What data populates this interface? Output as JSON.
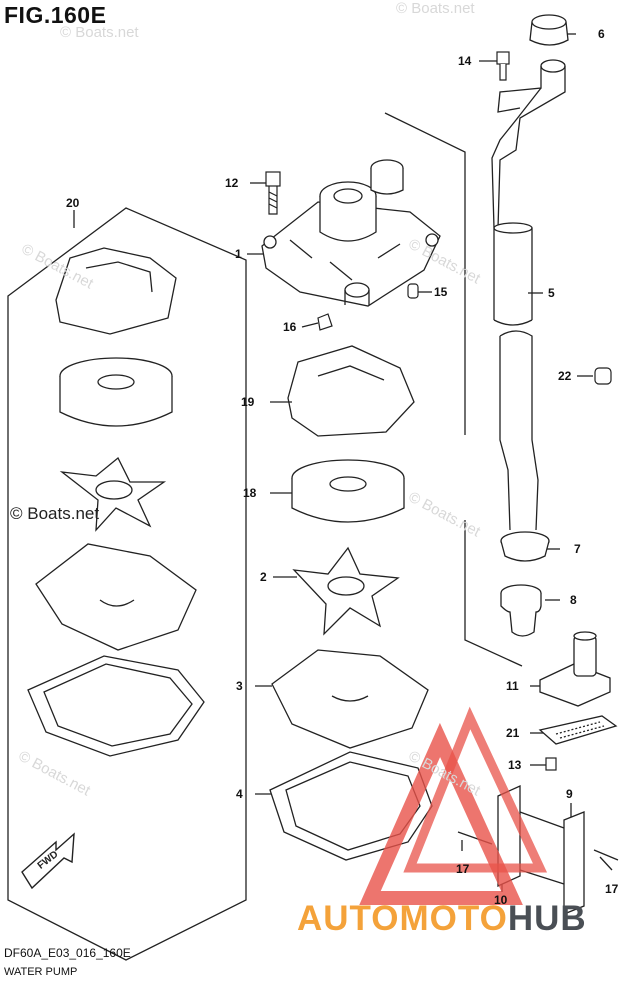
{
  "figure": {
    "title": "FIG.160E",
    "model_code": "DF60A_E03_016_160E",
    "section_name": "WATER PUMP"
  },
  "callouts": {
    "c1": "1",
    "c2": "2",
    "c3": "3",
    "c4": "4",
    "c5": "5",
    "c6": "6",
    "c7": "7",
    "c8": "8",
    "c9": "9",
    "c10": "10",
    "c11": "11",
    "c12": "12",
    "c13": "13",
    "c14": "14",
    "c15": "15",
    "c16": "16",
    "c17a": "17",
    "c17b": "17",
    "c18": "18",
    "c19": "19",
    "c20": "20",
    "c21": "21",
    "c22": "22"
  },
  "direction_label": "FWD",
  "watermark": {
    "text": "© Boats.net",
    "brand_left": "AUTOMOTO",
    "brand_right": "HUB"
  },
  "colors": {
    "line": "#222222",
    "logo_red": "#e8534a",
    "brand_orange": "#f4a23a",
    "brand_gray": "#4a4f55"
  }
}
